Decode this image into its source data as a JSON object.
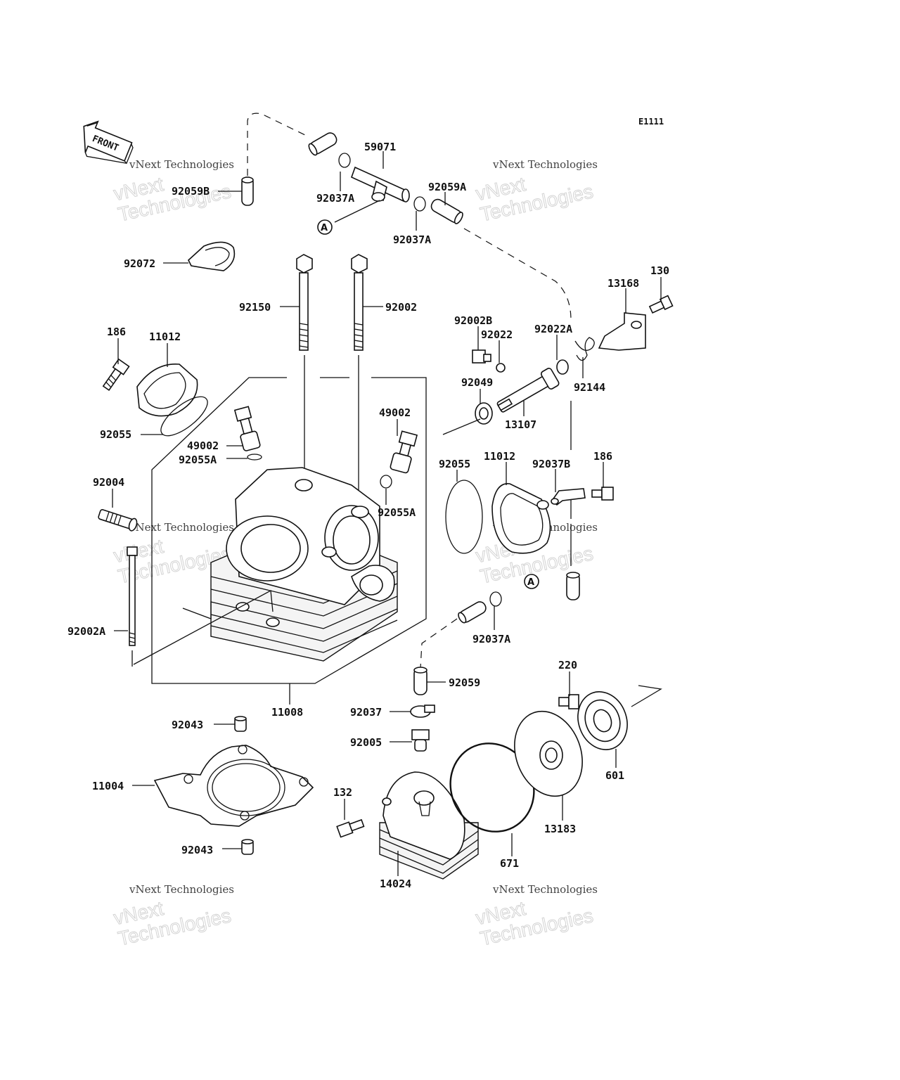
{
  "diagram_code": "E1111",
  "front_label": "FRONT",
  "ref_marker": "A",
  "watermark": {
    "line1": "vNext Technologies",
    "line2": "Technologies"
  },
  "labels": {
    "p59071": "59071",
    "p92037A_1": "92037A",
    "p92059A": "92059A",
    "p92037A_2": "92037A",
    "p92059B": "92059B",
    "p92072": "92072",
    "p92150": "92150",
    "p92002": "92002",
    "p186_1": "186",
    "p11012_1": "11012",
    "p92055_1": "92055",
    "p49002_1": "49002",
    "p92055A_1": "92055A",
    "p49002_2": "49002",
    "p92055A_2": "92055A",
    "p92004": "92004",
    "p92002A": "92002A",
    "p11008": "11008",
    "p92043_1": "92043",
    "p11004": "11004",
    "p92043_2": "92043",
    "p130": "130",
    "p13168": "13168",
    "p92002B": "92002B",
    "p92022": "92022",
    "p92022A": "92022A",
    "p92144": "92144",
    "p92049": "92049",
    "p13107": "13107",
    "p92055_2": "92055",
    "p11012_2": "11012",
    "p92037B": "92037B",
    "p186_2": "186",
    "p92037A_3": "92037A",
    "p92059": "92059",
    "p92037": "92037",
    "p92005": "92005",
    "p220": "220",
    "p601": "601",
    "p132": "132",
    "p13183": "13183",
    "p671": "671",
    "p14024": "14024"
  }
}
